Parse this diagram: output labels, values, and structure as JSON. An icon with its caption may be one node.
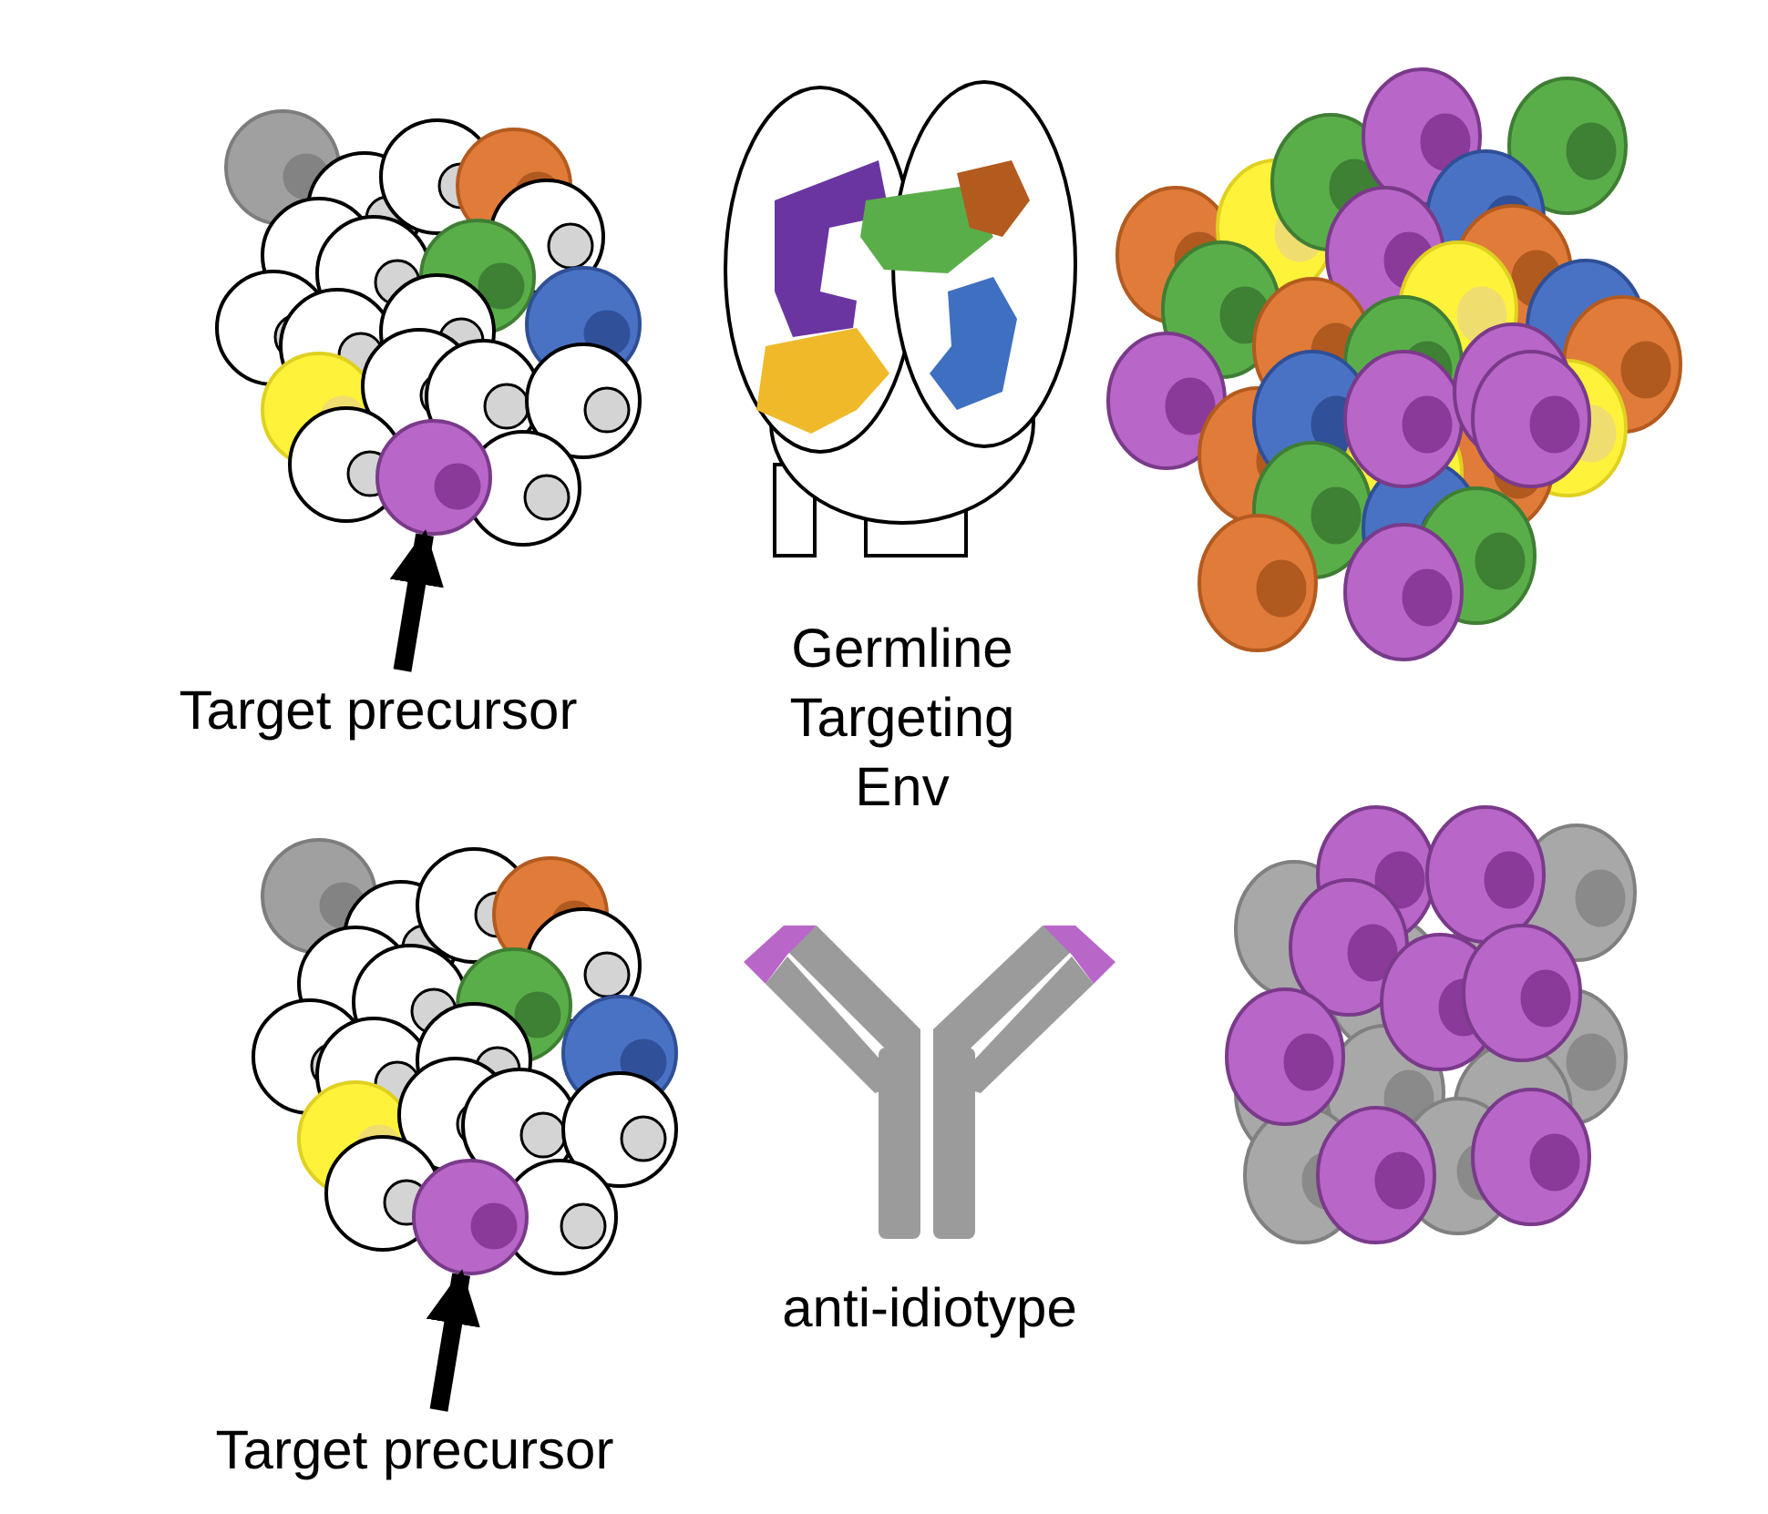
{
  "diagram": {
    "nodes": [
      {
        "text": [
          "Target precursor"
        ]
      },
      {
        "text": [],
        "shape": "circle"
      },
      {
        "text": [
          "Target precursor"
        ]
      },
      {
        "text": [],
        "shape": "circle"
      }
    ],
    "edges": [
      {
        "from": 0,
        "to": 1,
        "arrow": "to"
      },
      {
        "from": 2,
        "to": 3,
        "arrow": "to"
      }
    ],
    "labels": [
      "Germline Targeting Env",
      "anti-idiotype"
    ]
  }
}
